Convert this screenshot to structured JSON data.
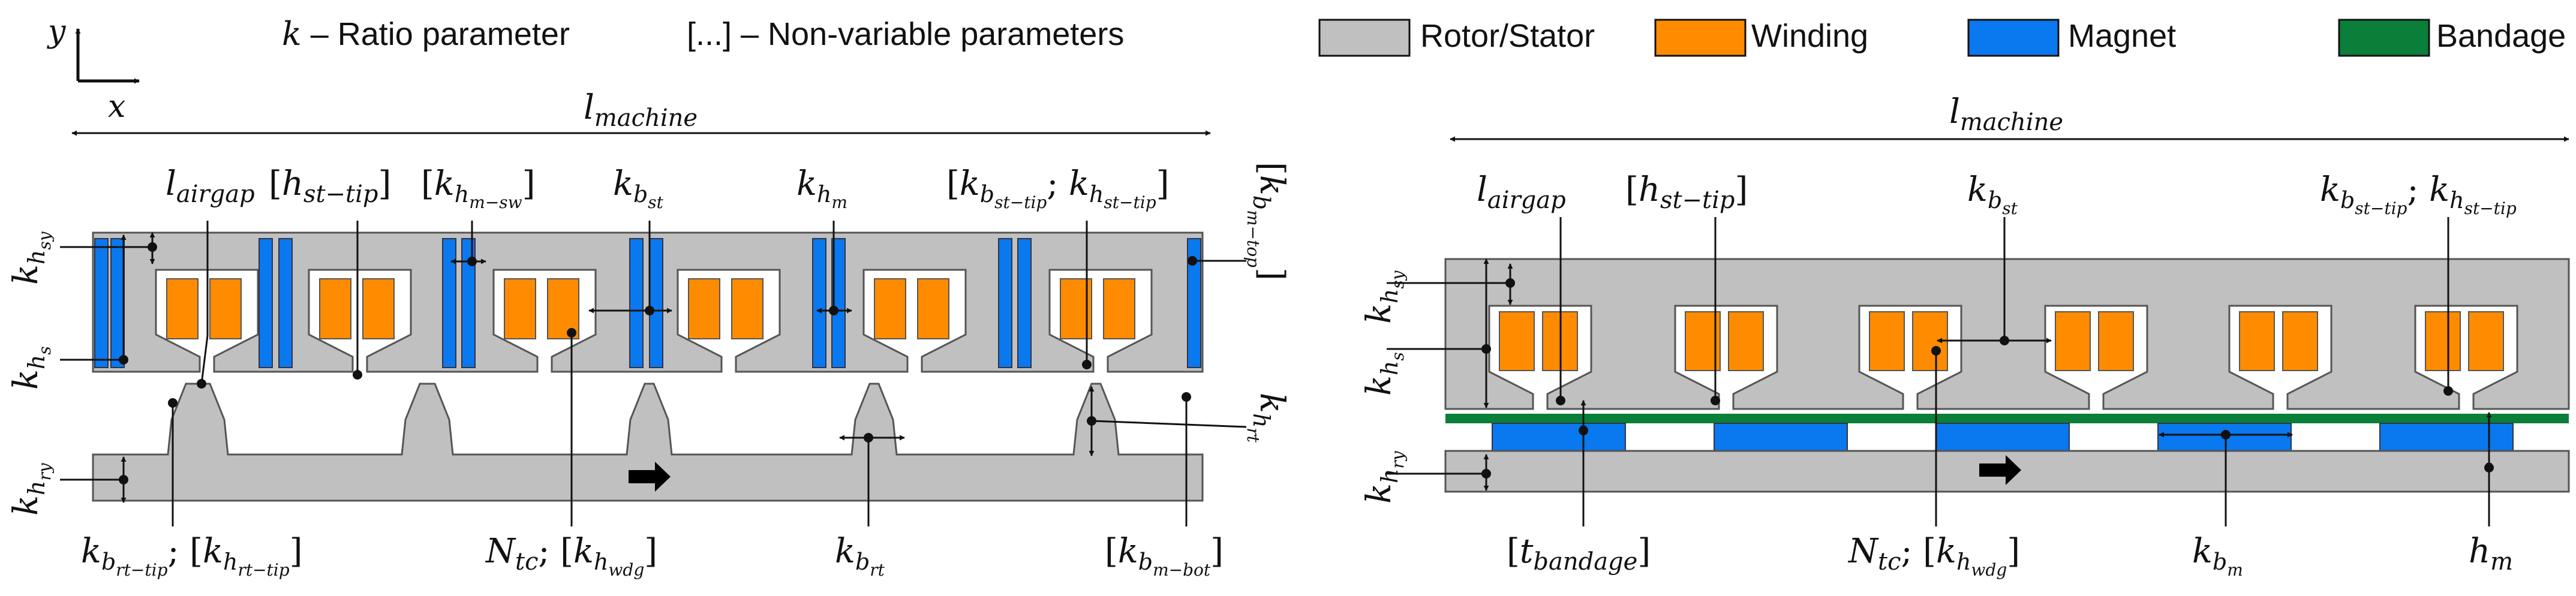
{
  "axes": {
    "y": "y",
    "x": "x"
  },
  "notes": {
    "ratio_symbol": "k",
    "ratio_text": " – Ratio parameter",
    "nonvar_symbol": "[...]",
    "nonvar_text": " – Non-variable parameters"
  },
  "legend": [
    {
      "label": "Rotor/Stator",
      "color": "#c0c0c0"
    },
    {
      "label": "Winding",
      "color": "#ff8c00"
    },
    {
      "label": "Magnet",
      "color": "#0a78ef"
    },
    {
      "label": "Bandage",
      "color": "#0a7f3a"
    }
  ],
  "colors": {
    "steel": "#c0c0c0",
    "winding": "#ff8c00",
    "magnet": "#0a78ef",
    "bandage": "#0a7f3a",
    "line": "#111111"
  },
  "left": {
    "l_machine": "l_machine",
    "top_labels": {
      "l_airgap": "l_airgap",
      "h_st_tip": "[h_st−tip]",
      "k_hm_sw": "[k_h m−sw]",
      "k_bst": "k_b st",
      "k_hm": "k_h m",
      "k_bst_tip": "[k_b st−tip; k_h st−tip]"
    },
    "side_labels": {
      "k_hsy": "k_h sy",
      "k_hs": "k_h s",
      "k_hry": "k_h ry",
      "k_bm_top": "[k_b m−top]",
      "k_hrt": "k_h rt"
    },
    "bottom_labels": {
      "k_brt_tip": "k_b rt−tip; [k_h rt−tip]",
      "n_tc": "N_tc; [k_h wdg]",
      "k_brt": "k_b rt",
      "k_bm_bot": "[k_b m−bot]"
    }
  },
  "right": {
    "l_machine": "l_machine",
    "top_labels": {
      "l_airgap": "l_airgap",
      "h_st_tip": "[h_st−tip]",
      "k_bst": "k_b st",
      "k_bst_tip": "k_b st−tip; k_h st−tip"
    },
    "side_labels": {
      "k_hsy": "k_h sy",
      "k_hs": "k_h s",
      "k_hry": "k_h ry"
    },
    "bottom_labels": {
      "t_bandage": "[t_bandage]",
      "n_tc": "N_tc; [k_h wdg]",
      "k_bm": "k_b m",
      "h_m": "h_m"
    }
  }
}
